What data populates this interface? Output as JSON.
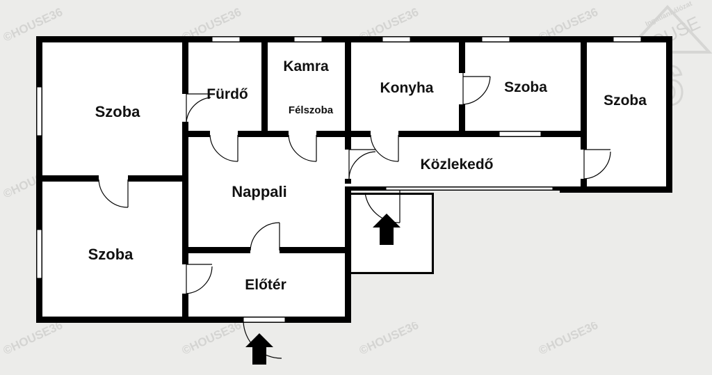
{
  "rooms": {
    "szoba_top_left": "Szoba",
    "szoba_bottom_left": "Szoba",
    "furdo": "Fürdő",
    "kamra": "Kamra",
    "felszoba": "Félszoba",
    "konyha": "Konyha",
    "szoba_mid_right": "Szoba",
    "szoba_far_right": "Szoba",
    "kozlekedo": "Közlekedő",
    "nappali": "Nappali",
    "eloter": "Előtér"
  },
  "watermark": {
    "text": "©HOUSE36",
    "logo_caption": "Ingatlanhálózat",
    "logo_word": "HOUSE",
    "logo_number": "36"
  },
  "colors": {
    "wall": "#000000",
    "background": "#ececea",
    "floor": "#ffffff",
    "watermark": "#d4d4d2"
  }
}
